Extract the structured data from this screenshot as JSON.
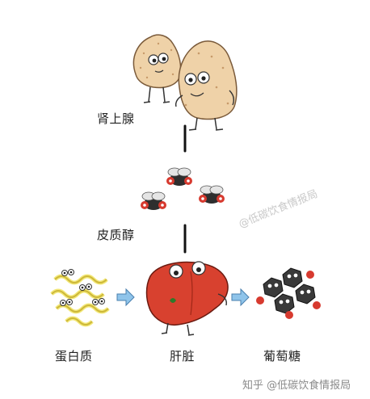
{
  "labels": {
    "adrenal": "肾上腺",
    "cortisol": "皮质醇",
    "protein": "蛋白质",
    "liver": "肝脏",
    "glucose": "葡萄糖"
  },
  "watermarks": {
    "diagonal": "@低碳饮食情报局",
    "corner": "知乎 @低碳饮食情报局"
  },
  "colors": {
    "adrenal": "#efd2a8",
    "liver": "#d8412f",
    "protein": "#f3e878",
    "glucose": "#3a3a3a",
    "arrow": "#8fc4ea",
    "fly_red": "#d73a2f"
  }
}
